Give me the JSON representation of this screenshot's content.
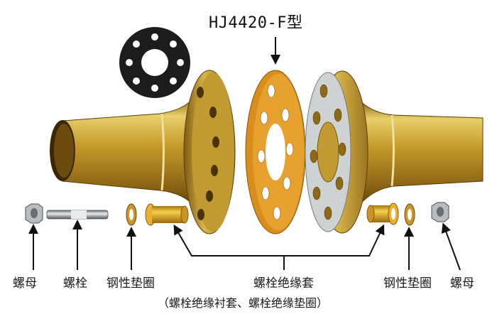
{
  "title": "HJ4420-F型",
  "labels": {
    "nut_left": "螺母",
    "bolt": "螺栓",
    "steel_washer_left": "钢性垫圈",
    "insulating_sleeve": "螺栓绝缘套",
    "insulating_sleeve_note": "（螺栓绝缘衬套、螺栓绝缘垫圈）",
    "steel_washer_right": "钢性垫圈",
    "nut_right": "螺母"
  },
  "colors": {
    "brass": "#c9a23a",
    "brass_dark": "#8a6418",
    "gasket_orange": "#d9901f",
    "gasket_black": "#1c1c1c",
    "steel": "#9ea3a6"
  }
}
